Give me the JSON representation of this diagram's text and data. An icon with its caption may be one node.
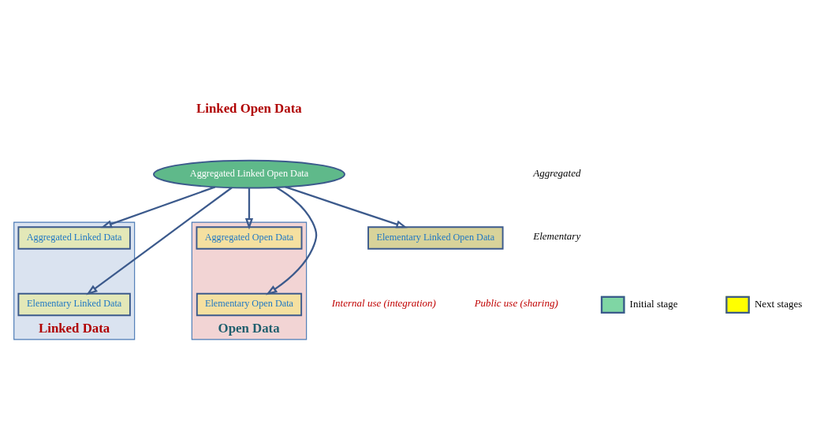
{
  "diagram": {
    "nodes": [
      {
        "text": [
          "Linked Data"
        ]
      },
      {
        "text": [
          "Open Data"
        ]
      },
      {
        "text": [
          "Aggregated Linked Data"
        ],
        "in": 0
      },
      {
        "text": [
          "Aggregated Linked Open Data"
        ]
      },
      {
        "text": [
          "Aggregated Open Data"
        ],
        "in": 1
      },
      {
        "text": [
          "Elementary Linked Data"
        ],
        "in": 0
      },
      {
        "text": [
          "Elementary Linked Open Data"
        ]
      },
      {
        "text": [
          "Elementary Open Data"
        ],
        "in": 1
      }
    ],
    "edges": [
      {
        "from": 3,
        "to": 2,
        "arrow": "to"
      },
      {
        "from": 3,
        "to": 4,
        "arrow": "to"
      },
      {
        "from": 3,
        "to": 5,
        "arrow": "to"
      },
      {
        "from": 3,
        "to": 6,
        "arrow": "to"
      },
      {
        "from": 3,
        "to": 7,
        "arrow": "to"
      }
    ],
    "labels": [
      "Linked Open Data",
      "Aggregated",
      "Elementary",
      "Internal use (integration)",
      "Public use (sharing)"
    ],
    "legend": [
      {
        "text": "Initial stage",
        "color": "#7fd6a4"
      },
      {
        "text": "Next stages",
        "color": "#ffff00"
      }
    ]
  }
}
